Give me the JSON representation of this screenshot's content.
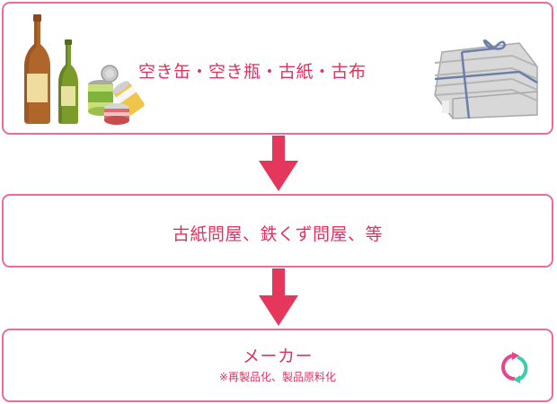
{
  "colors": {
    "border": "#eb6d96",
    "text": "#e0325f",
    "arrow": "#e5375c",
    "recycle_pink": "#e8438c",
    "recycle_green": "#3fcbaa"
  },
  "steps": [
    {
      "label": "空き缶・空き瓶・古紙・古布",
      "icons": [
        "bottles-icon",
        "cans-icon",
        "newspaper-bundle-icon"
      ]
    },
    {
      "label": "古紙問屋、鉄くず問屋、等"
    },
    {
      "label": "メーカー",
      "note": "※再製品化、製品原料化",
      "icons": [
        "recycle-icon"
      ]
    }
  ]
}
